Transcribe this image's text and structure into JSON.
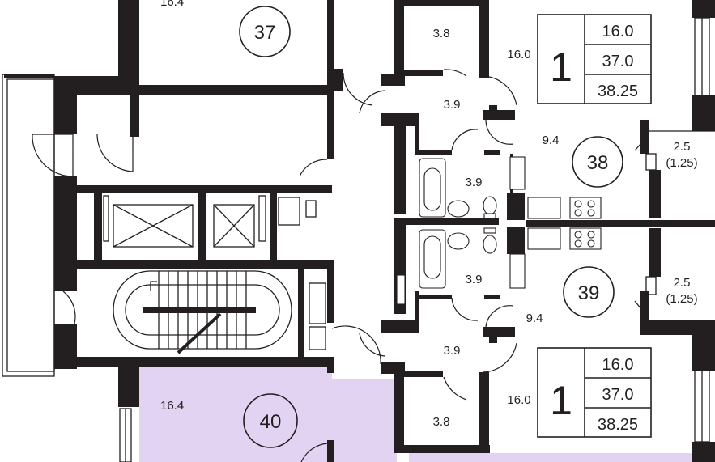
{
  "colors": {
    "wall": "#231f20",
    "highlight_fill": "#e2d3f3",
    "background": "#ffffff"
  },
  "apartments": [
    {
      "id": "37",
      "number": "37",
      "area_labels": [
        "16.4"
      ],
      "highlighted": false
    },
    {
      "id": "38",
      "number": "38",
      "rooms": "1",
      "living": "16.0",
      "total": "37.0",
      "total_coef": "38.25",
      "area_labels": [
        "3.8",
        "16.0",
        "3.9",
        "9.4",
        "3.9",
        "2.5",
        "(1.25)"
      ],
      "highlighted": false
    },
    {
      "id": "39",
      "number": "39",
      "rooms": "1",
      "living": "16.0",
      "total": "37.0",
      "total_coef": "38.25",
      "area_labels": [
        "3.9",
        "9.4",
        "2.5",
        "(1.25)",
        "3.9",
        "16.0",
        "3.8"
      ],
      "highlighted": false
    },
    {
      "id": "40",
      "number": "40",
      "area_labels": [
        "16.4"
      ],
      "highlighted": true
    }
  ]
}
